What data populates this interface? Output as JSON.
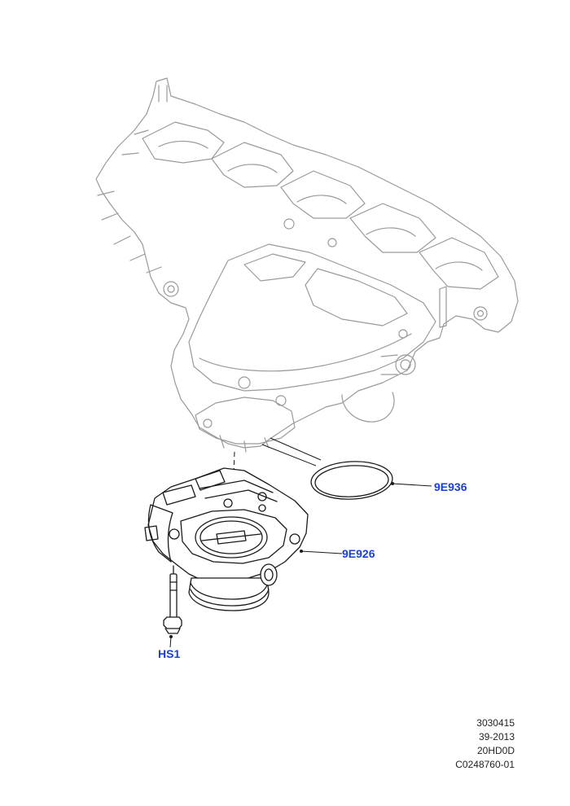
{
  "labels": {
    "gasket": "9E936",
    "throttle_body": "9E926",
    "bolt": "HS1"
  },
  "reference": [
    "3030415",
    "39-2013",
    "20HD0D",
    "C0248760-01"
  ],
  "colors": {
    "label": "#1a3fd6",
    "manifold_line": "#9a9a9a",
    "part_line": "#1a1a1a"
  }
}
